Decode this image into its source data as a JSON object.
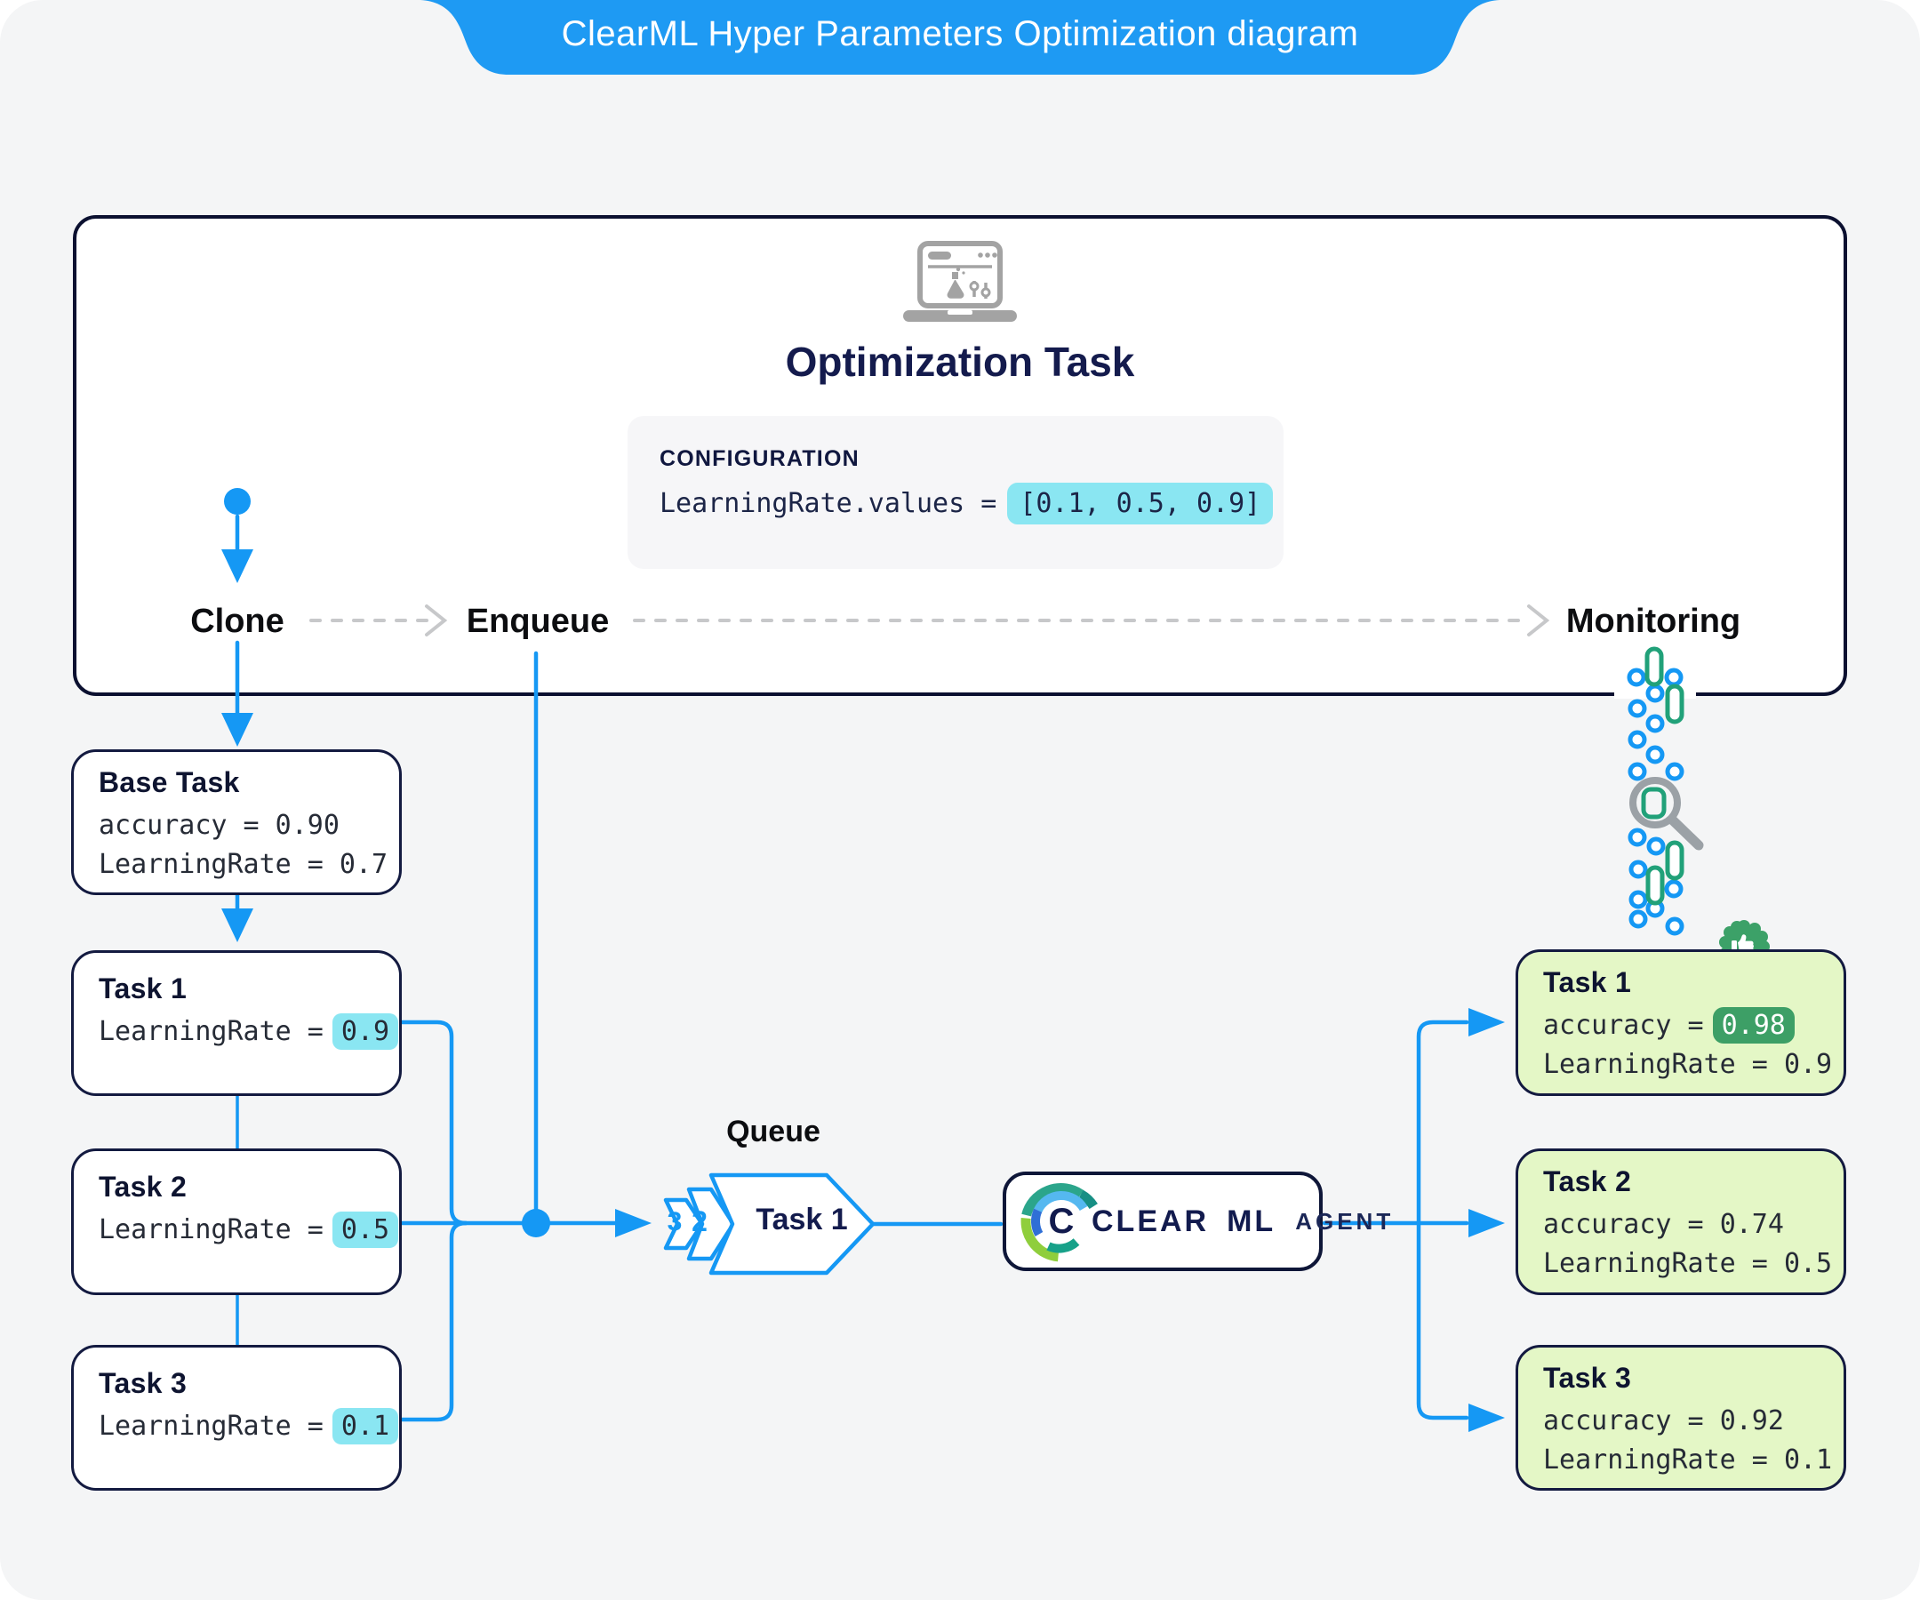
{
  "banner": {
    "title": "ClearML Hyper Parameters Optimization diagram"
  },
  "optimization": {
    "title": "Optimization Task",
    "config_heading": "CONFIGURATION",
    "config_expr": "LearningRate.values =",
    "config_values": "[0.1, 0.5, 0.9]"
  },
  "flow": {
    "clone": "Clone",
    "enqueue": "Enqueue",
    "monitoring": "Monitoring"
  },
  "base_task": {
    "title": "Base Task",
    "accuracy": "accuracy = 0.90",
    "learning_rate": "LearningRate = 0.7"
  },
  "clone_tasks": [
    {
      "title": "Task 1",
      "lr_label": "LearningRate =",
      "lr_value": "0.9"
    },
    {
      "title": "Task 2",
      "lr_label": "LearningRate =",
      "lr_value": "0.5"
    },
    {
      "title": "Task 3",
      "lr_label": "LearningRate =",
      "lr_value": "0.1"
    }
  ],
  "queue": {
    "label": "Queue",
    "badge_back": "3",
    "badge_mid": "2",
    "front": "Task 1"
  },
  "agent": {
    "logo_letter": "C",
    "word_clear": "CLEAR",
    "word_ml": "ML",
    "word_agent": "AGENT"
  },
  "results": [
    {
      "title": "Task 1",
      "acc_label": "accuracy =",
      "acc_value": "0.98",
      "lr_label": "LearningRate =",
      "lr_value": "0.9",
      "award": "best-result"
    },
    {
      "title": "Task 2",
      "acc_label": "accuracy =",
      "acc_value": "0.74",
      "lr_label": "LearningRate =",
      "lr_value": "0.5"
    },
    {
      "title": "Task 3",
      "acc_label": "accuracy =",
      "acc_value": "0.92",
      "lr_label": "LearningRate =",
      "lr_value": "0.1"
    }
  ],
  "colors": {
    "accent_blue": "#1598f4",
    "banner_blue": "#1e9af3",
    "navy": "#10173c",
    "cyan_highlight": "#8ae6f2",
    "green_box": "#e4f7c6",
    "green_pill": "#3d9f66",
    "award_green": "#3ca168",
    "teal": "#21a179",
    "dash_gray": "#c7c8ca"
  }
}
